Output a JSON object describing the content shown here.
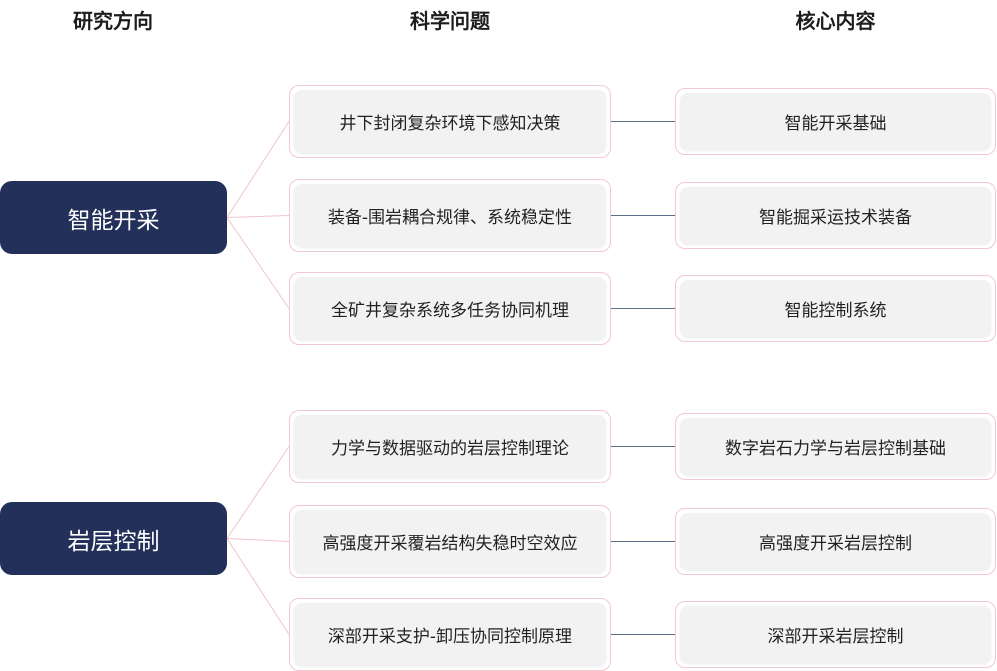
{
  "headers": {
    "direction": "研究方向",
    "question": "科学问题",
    "content": "核心内容"
  },
  "colors": {
    "direction_box": "#22305a",
    "card_border": "#f2c8cf",
    "card_fill": "#f2f2f3",
    "branch_line": "#f2c4cb",
    "link_line": "#5a6f8a"
  },
  "groups": [
    {
      "direction": "智能开采",
      "rows": [
        {
          "question": "井下封闭复杂环境下感知决策",
          "content": "智能开采基础"
        },
        {
          "question": "装备-围岩耦合规律、系统稳定性",
          "content": "智能掘采运技术装备"
        },
        {
          "question": "全矿井复杂系统多任务协同机理",
          "content": "智能控制系统"
        }
      ]
    },
    {
      "direction": "岩层控制",
      "rows": [
        {
          "question": "力学与数据驱动的岩层控制理论",
          "content": "数字岩石力学与岩层控制基础"
        },
        {
          "question": "高强度开采覆岩结构失稳时空效应",
          "content": "高强度开采岩层控制"
        },
        {
          "question": "深部开采支护-卸压协同控制原理",
          "content": "深部开采岩层控制"
        }
      ]
    }
  ]
}
